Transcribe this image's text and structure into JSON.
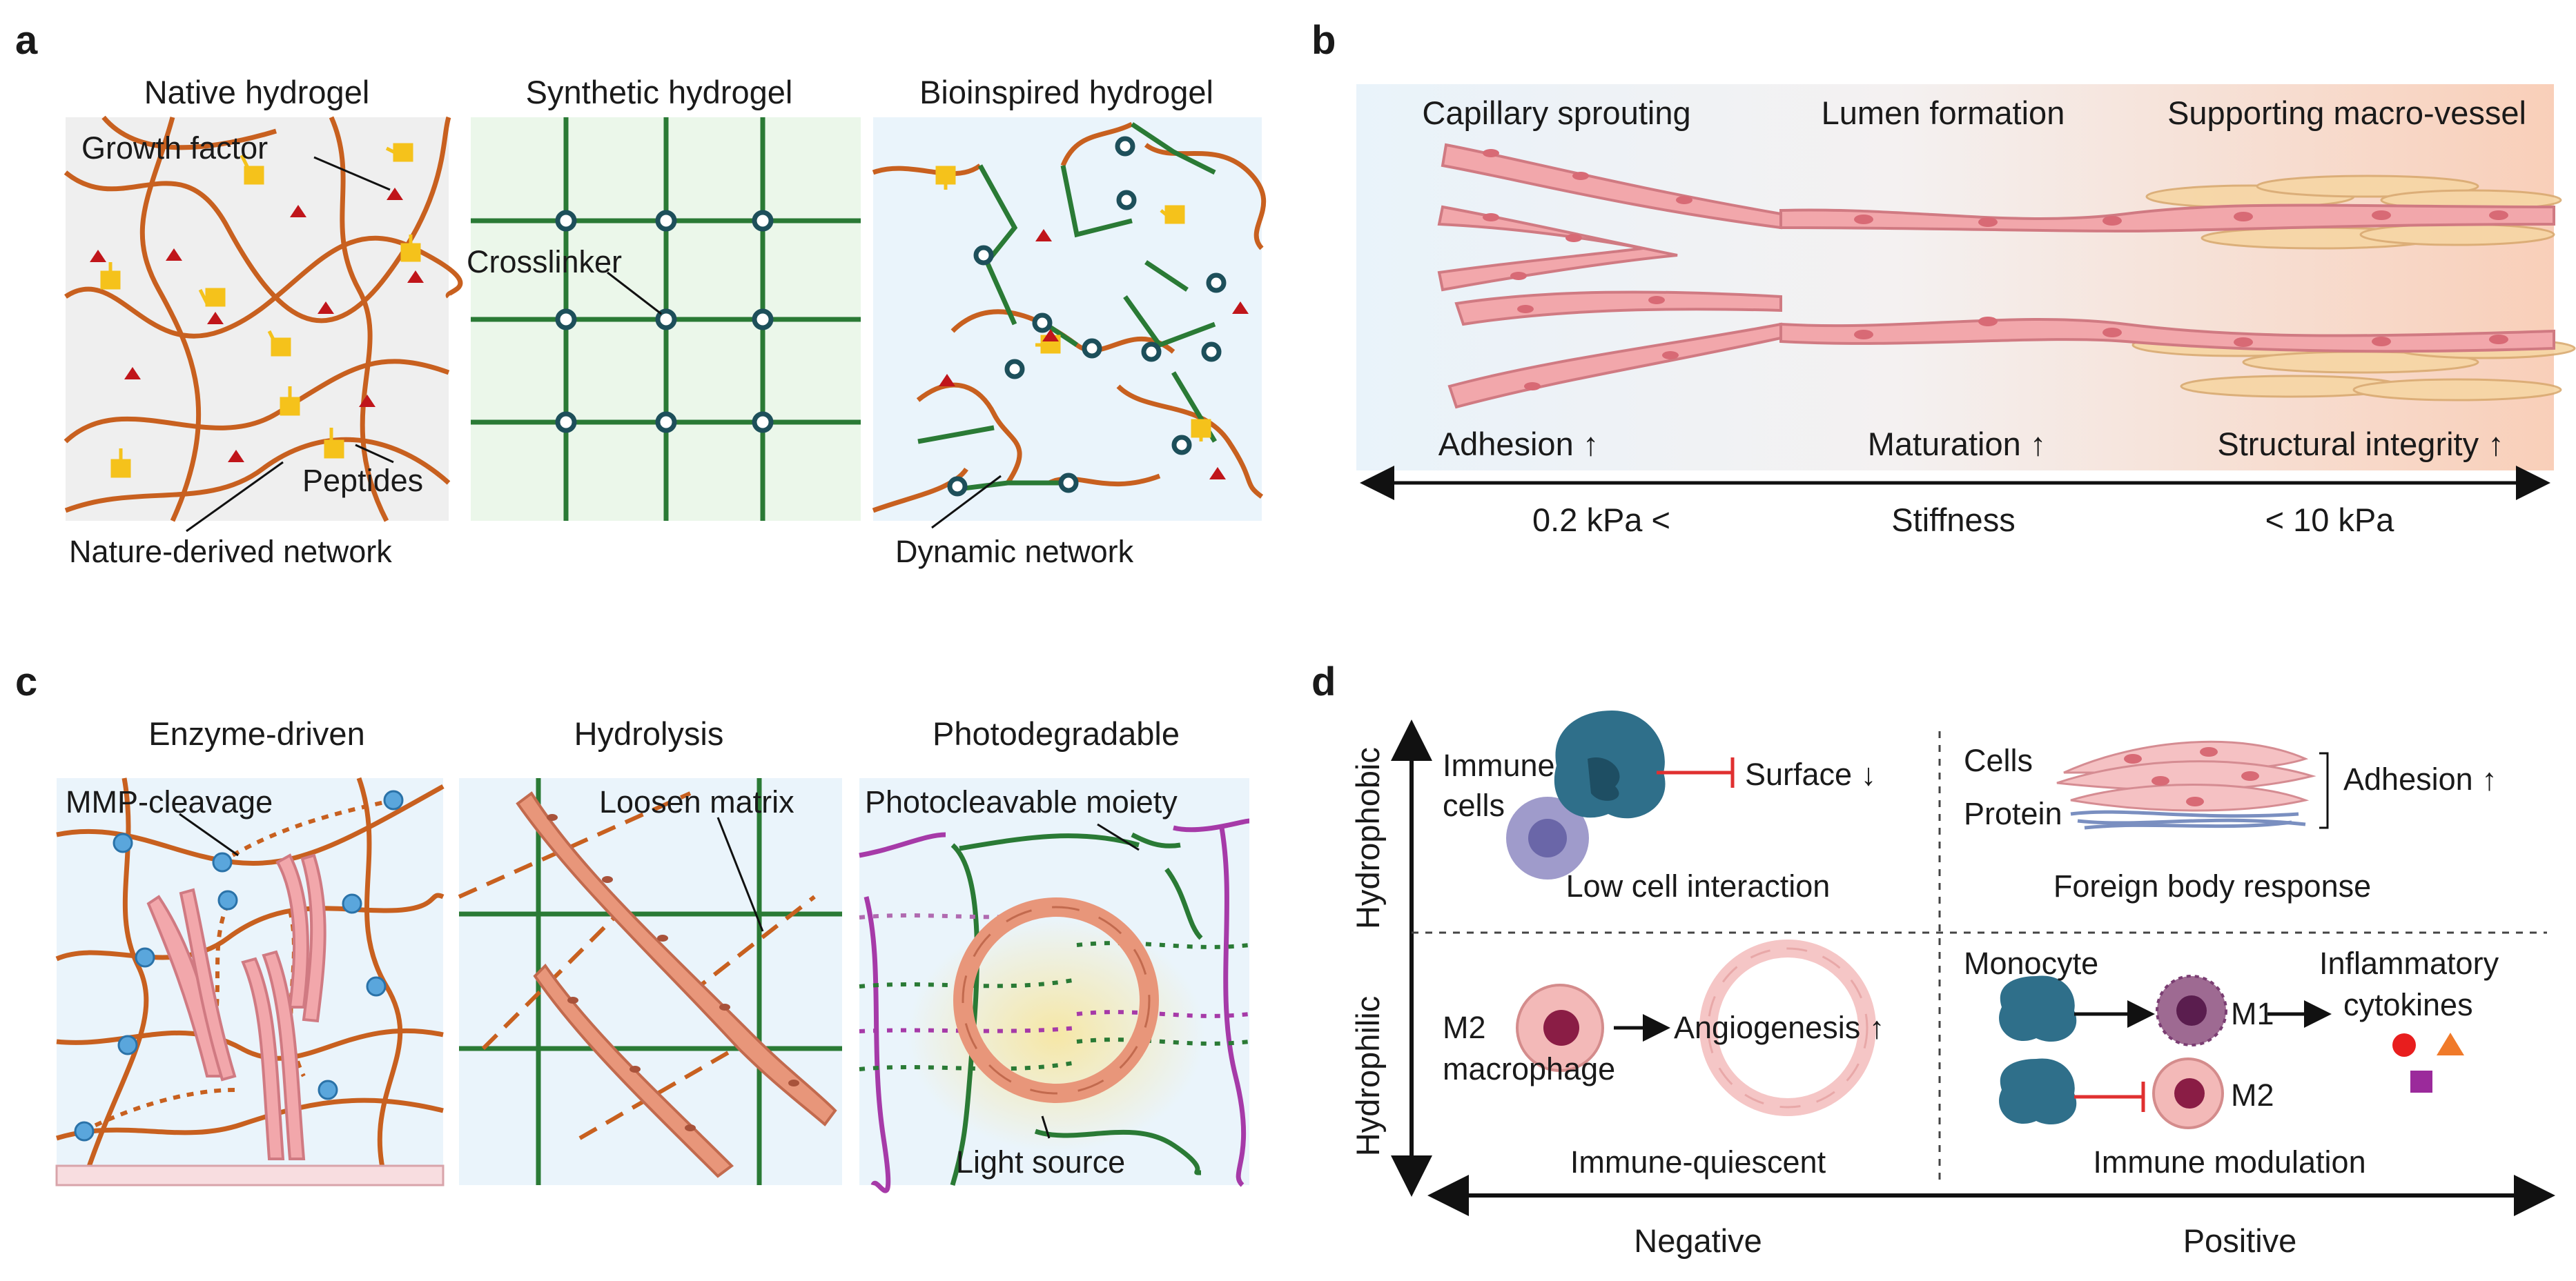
{
  "panels": {
    "a": {
      "letter": "a",
      "titles": [
        "Native hydrogel",
        "Synthetic hydrogel",
        "Bioinspired hydrogel"
      ],
      "labels": {
        "growth_factor": "Growth factor",
        "peptides": "Peptides",
        "nature_network": "Nature-derived network",
        "crosslinker": "Crosslinker",
        "dynamic_network": "Dynamic network"
      }
    },
    "b": {
      "letter": "b",
      "stages": [
        "Capillary sprouting",
        "Lumen formation",
        "Supporting macro-vessel"
      ],
      "effects": [
        "Adhesion ↑",
        "Maturation ↑",
        "Structural integrity ↑"
      ],
      "axis": [
        "0.2 kPa <",
        "Stiffness",
        "< 10 kPa"
      ]
    },
    "c": {
      "letter": "c",
      "titles": [
        "Enzyme-driven",
        "Hydrolysis",
        "Photodegradable"
      ],
      "labels": {
        "mmp": "MMP-cleavage",
        "loosen": "Loosen matrix",
        "photo_moiety": "Photocleavable moiety",
        "light": "Light source"
      }
    },
    "d": {
      "letter": "d",
      "y_axis": {
        "top": "Hydrophobic",
        "bottom": "Hydrophilic"
      },
      "x_axis": {
        "left": "Negative",
        "right": "Positive"
      },
      "q1": {
        "immune_cells_1": "Immune",
        "immune_cells_2": "cells",
        "surface": "Surface ↓",
        "caption": "Low cell interaction"
      },
      "q2": {
        "cells": "Cells",
        "protein": "Protein",
        "adhesion": "Adhesion ↑",
        "caption": "Foreign body response"
      },
      "q3": {
        "m2_1": "M2",
        "m2_2": "macrophage",
        "angiogenesis": "Angiogenesis ↑",
        "caption": "Immune-quiescent"
      },
      "q4": {
        "monocyte": "Monocyte",
        "m1": "M1",
        "m2": "M2",
        "cyto_1": "Inflammatory",
        "cyto_2": "cytokines",
        "caption": "Immune  modulation"
      }
    }
  },
  "colors": {
    "fiber_orange": "#c8601f",
    "fiber_green": "#2a7a35",
    "node_blue": "#5aa6dc",
    "cell_pink": "#f2a7ab",
    "cell_salmon": "#e8967a",
    "macrophage_teal": "#2f6f8a",
    "photo_purple": "#a63aa8",
    "growth_yellow": "#f5c21b",
    "triangle_red": "#c0151a"
  }
}
